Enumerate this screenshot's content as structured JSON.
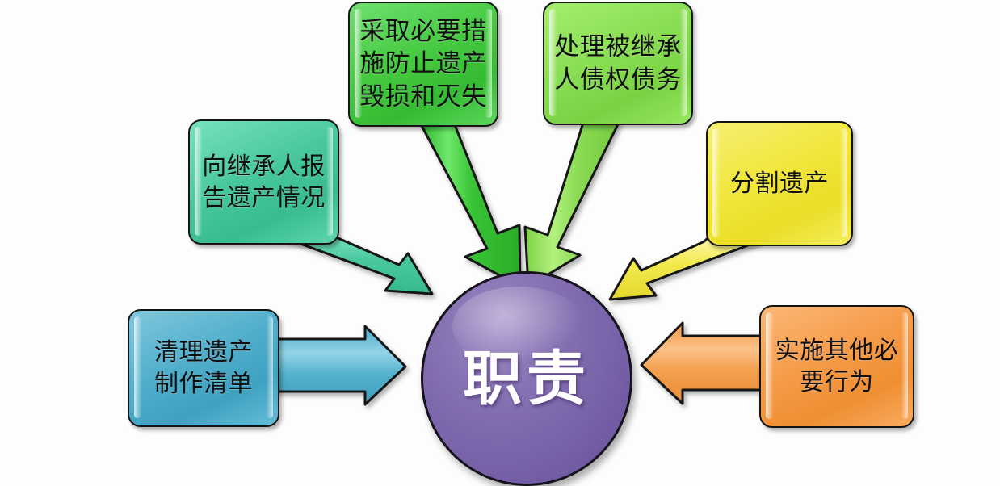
{
  "diagram": {
    "title_center": "职责",
    "background_color": "#fdfdfd",
    "center": {
      "label": "职责",
      "shape": "circle",
      "fill_color": "#7a64aa",
      "text_color": "#ffffff",
      "outline_color": "#15121c"
    },
    "nodes": [
      {
        "id": "green1",
        "label": "采取必要措施防止遗产毁损和灭失",
        "lines": [
          "采取必要措",
          "施防止遗产",
          "毁损和灭失"
        ],
        "fill_color": "#45c940",
        "text_color": "#101010",
        "position": "top-left-center",
        "arrow": {
          "color": "#3cc63a",
          "direction": "down-right",
          "points_to": "center"
        }
      },
      {
        "id": "green2",
        "label": "处理被继承人债权债务",
        "lines": [
          "处理被继承",
          "人债权债务"
        ],
        "fill_color": "#88dd52",
        "text_color": "#101010",
        "position": "top-right-center",
        "arrow": {
          "color": "#8ddc57",
          "direction": "down-left",
          "points_to": "center"
        }
      },
      {
        "id": "teal",
        "label": "向继承人报告遗产情况",
        "lines": [
          "向继承人报",
          "告遗产情况"
        ],
        "fill_color": "#47c79c",
        "text_color": "#101010",
        "position": "upper-left",
        "arrow": {
          "color": "#48c9a0",
          "direction": "down-right",
          "points_to": "center"
        }
      },
      {
        "id": "yellow",
        "label": "分割遗产",
        "lines": [
          "分割遗产"
        ],
        "fill_color": "#f1e63a",
        "text_color": "#101010",
        "position": "upper-right",
        "arrow": {
          "color": "#f0e750",
          "direction": "down-left",
          "points_to": "center"
        }
      },
      {
        "id": "blue",
        "label": "清理遗产制作清单",
        "lines": [
          "清理遗产",
          "制作清单"
        ],
        "fill_color": "#4fadca",
        "text_color": "#101010",
        "position": "lower-left",
        "arrow": {
          "color": "#5ab4cf",
          "direction": "right",
          "points_to": "center"
        }
      },
      {
        "id": "orange",
        "label": "实施其他必要行为",
        "lines": [
          "实施其他必",
          "要行为"
        ],
        "fill_color": "#f59a46",
        "text_color": "#101010",
        "position": "lower-right",
        "arrow": {
          "color": "#f3a055",
          "direction": "left",
          "points_to": "center"
        }
      }
    ]
  }
}
